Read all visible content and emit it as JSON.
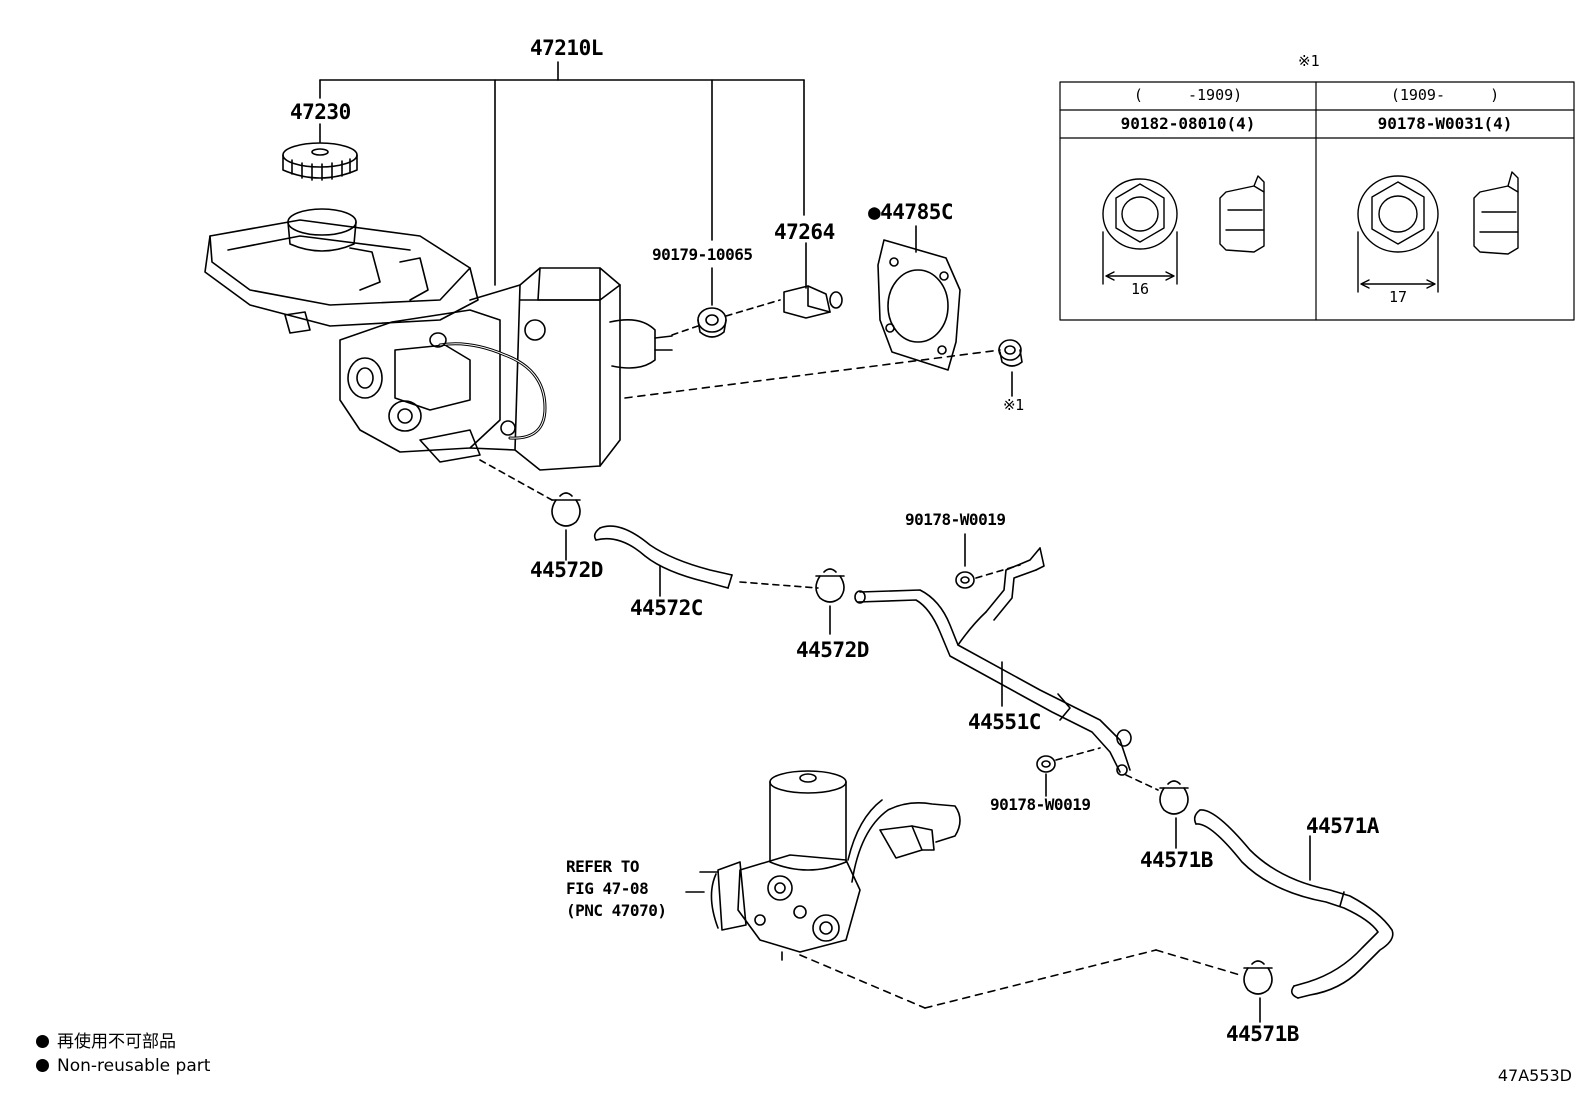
{
  "labels": {
    "p47210L": "47210L",
    "p47230": "47230",
    "p90179": "90179-10065",
    "p47264": "47264",
    "p44785C": "●44785C",
    "mark_nut": "※1",
    "p44572D_a": "44572D",
    "p44572C": "44572C",
    "p44572D_b": "44572D",
    "p90178_a": "90178-W0019",
    "p44551C": "44551C",
    "p90178_b": "90178-W0019",
    "p44571B_a": "44571B",
    "p44571A": "44571A",
    "p44571B_b": "44571B",
    "refer": "REFER TO\nFIG 47-08\n(PNC 47070)"
  },
  "inset": {
    "mark": "※1",
    "col1_range": "(     -1909)",
    "col2_range": "(1909-     )",
    "col1_part": "90182-08010(4)",
    "col2_part": "90178-W0031(4)",
    "col1_size": "16",
    "col2_size": "17"
  },
  "legend": {
    "line1": "再使用不可部品",
    "line2": "Non-reusable part"
  },
  "figure_ref": "47A553D"
}
